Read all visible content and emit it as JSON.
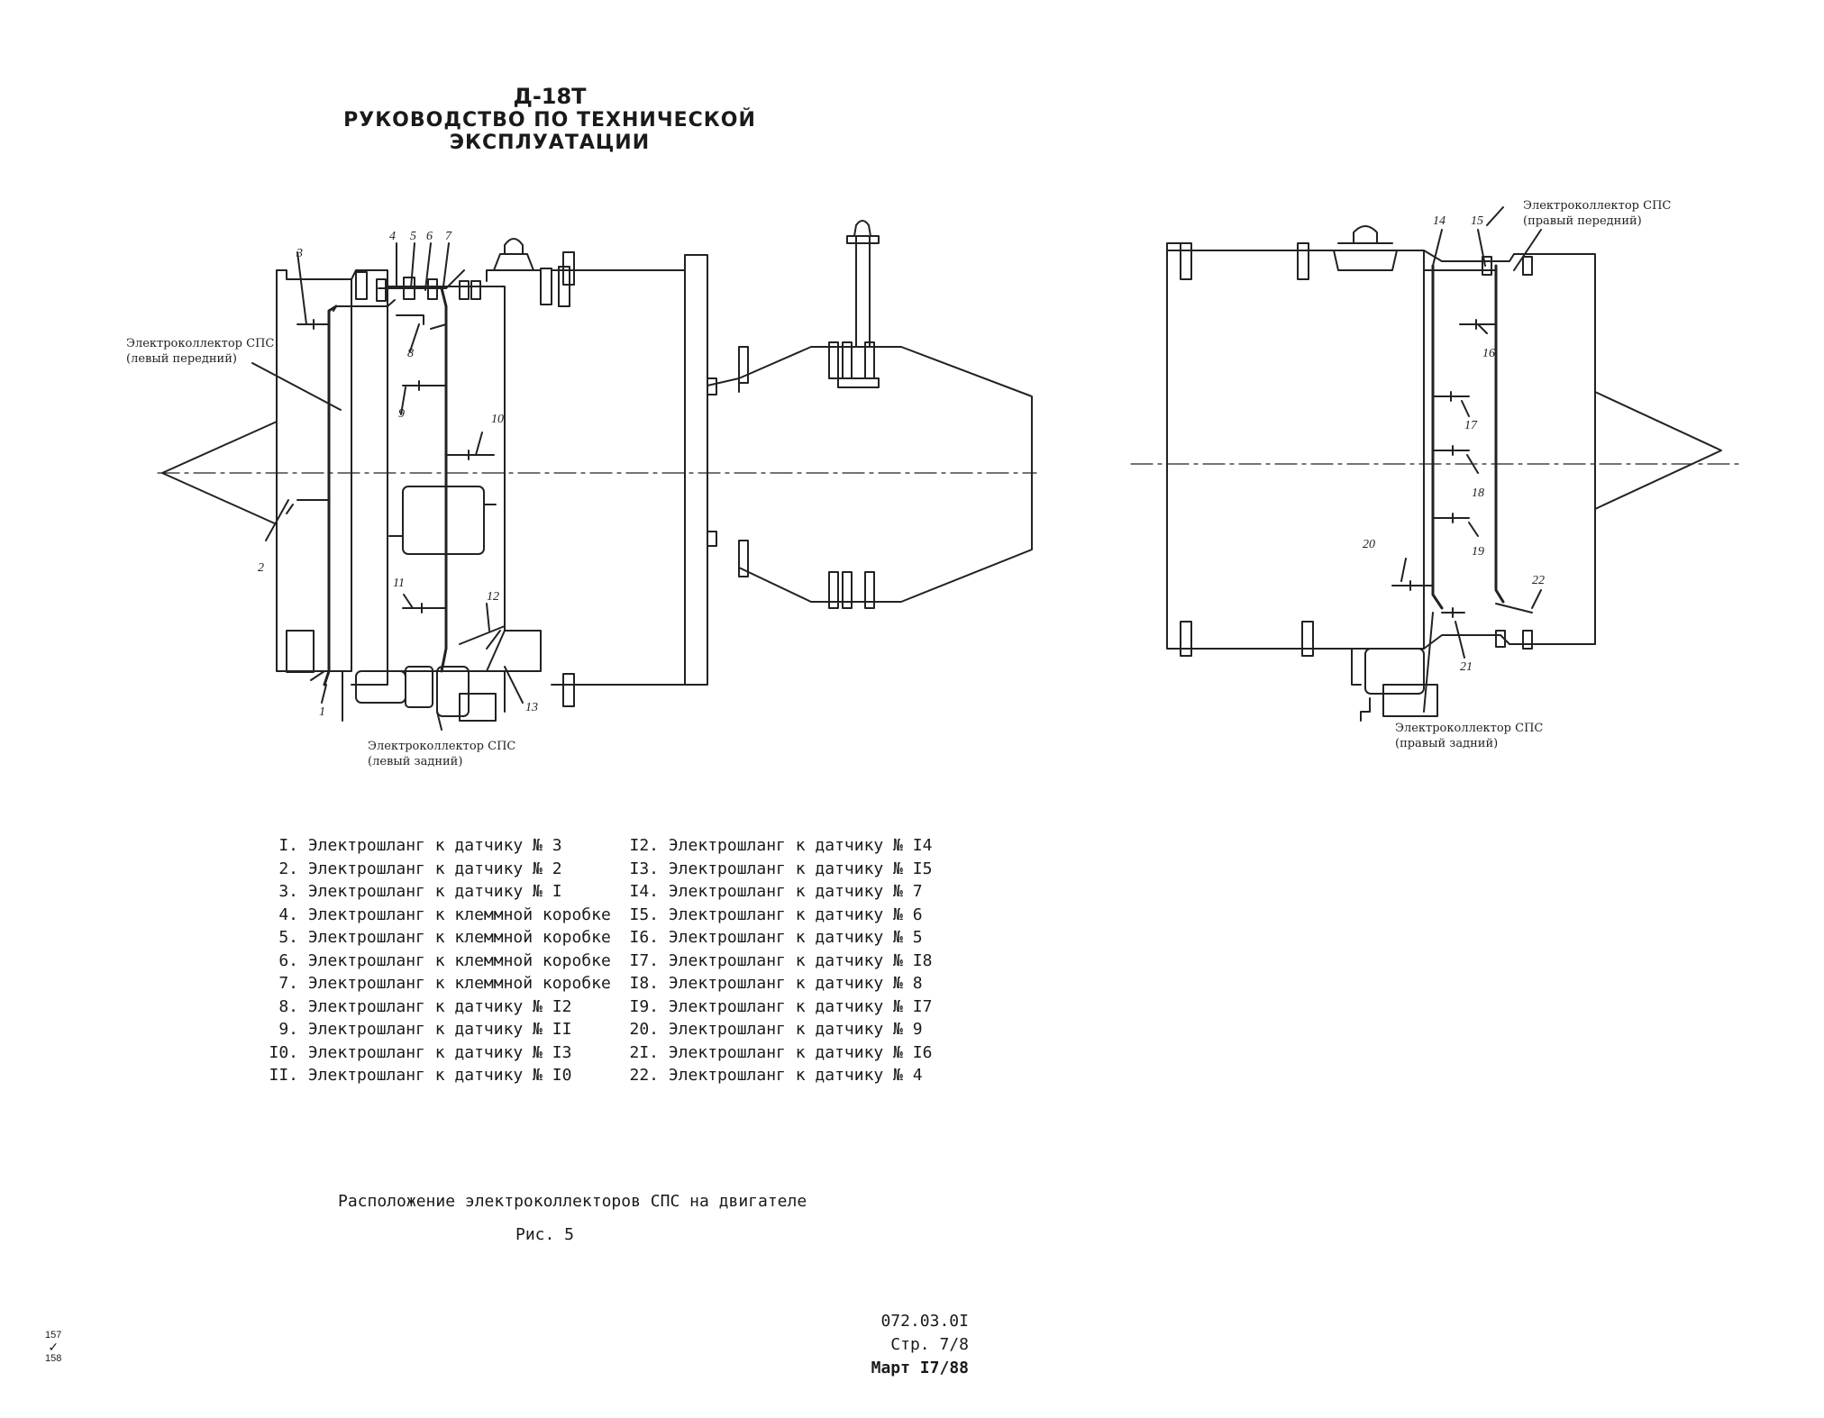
{
  "header": {
    "model": "Д-18Т",
    "title": "РУКОВОДСТВО ПО ТЕХНИЧЕСКОЙ ЭКСПЛУАТАЦИИ"
  },
  "callouts": {
    "left_front": [
      "Электроколлектор СПС",
      "(левый передний)"
    ],
    "left_rear": [
      "Электроколлектор СПС",
      "(левый задний)"
    ],
    "right_front": [
      "Электроколлектор СПС",
      "(правый передний)"
    ],
    "right_rear": [
      "Электроколлектор СПС",
      "(правый задний)"
    ]
  },
  "left_view_numbers": [
    "1",
    "2",
    "3",
    "4",
    "5",
    "6",
    "7",
    "8",
    "9",
    "10",
    "11",
    "12",
    "13"
  ],
  "right_view_numbers": [
    "14",
    "15",
    "16",
    "17",
    "18",
    "19",
    "20",
    "21",
    "22"
  ],
  "legend_left": [
    {
      "n": "I.",
      "t": "Электрошланг к датчику № 3"
    },
    {
      "n": "2.",
      "t": "Электрошланг к датчику № 2"
    },
    {
      "n": "3.",
      "t": "Электрошланг к датчику № I"
    },
    {
      "n": "4.",
      "t": "Электрошланг к клеммной коробке"
    },
    {
      "n": "5.",
      "t": "Электрошланг к клеммной коробке"
    },
    {
      "n": "6.",
      "t": "Электрошланг к клеммной коробке"
    },
    {
      "n": "7.",
      "t": "Электрошланг к клеммной коробке"
    },
    {
      "n": "8.",
      "t": "Электрошланг к датчику № I2"
    },
    {
      "n": "9.",
      "t": "Электрошланг к датчику № II"
    },
    {
      "n": "I0.",
      "t": "Электрошланг к датчику № I3"
    },
    {
      "n": "II.",
      "t": "Электрошланг к датчику № I0"
    }
  ],
  "legend_right": [
    {
      "n": "I2.",
      "t": "Электрошланг к датчику № I4"
    },
    {
      "n": "I3.",
      "t": "Электрошланг к датчику № I5"
    },
    {
      "n": "I4.",
      "t": "Электрошланг к датчику № 7"
    },
    {
      "n": "I5.",
      "t": "Электрошланг к датчику № 6"
    },
    {
      "n": "I6.",
      "t": "Электрошланг к датчику № 5"
    },
    {
      "n": "I7.",
      "t": "Электрошланг к датчику № I8"
    },
    {
      "n": "I8.",
      "t": "Электрошланг к датчику № 8"
    },
    {
      "n": "I9.",
      "t": "Электрошланг к датчику № I7"
    },
    {
      "n": "20.",
      "t": "Электрошланг к датчику № 9"
    },
    {
      "n": "2I.",
      "t": "Электрошланг к датчику № I6"
    },
    {
      "n": "22.",
      "t": "Электрошланг к датчику № 4"
    }
  ],
  "caption": {
    "line1": "Расположение электроколлекторов СПС на двигателе",
    "line2": "Рис. 5"
  },
  "footer": {
    "doc": "072.03.0I",
    "page": "Стр. 7/8",
    "date": "Март I7/88"
  },
  "margin_note": {
    "top": "157",
    "bottom": "158"
  }
}
